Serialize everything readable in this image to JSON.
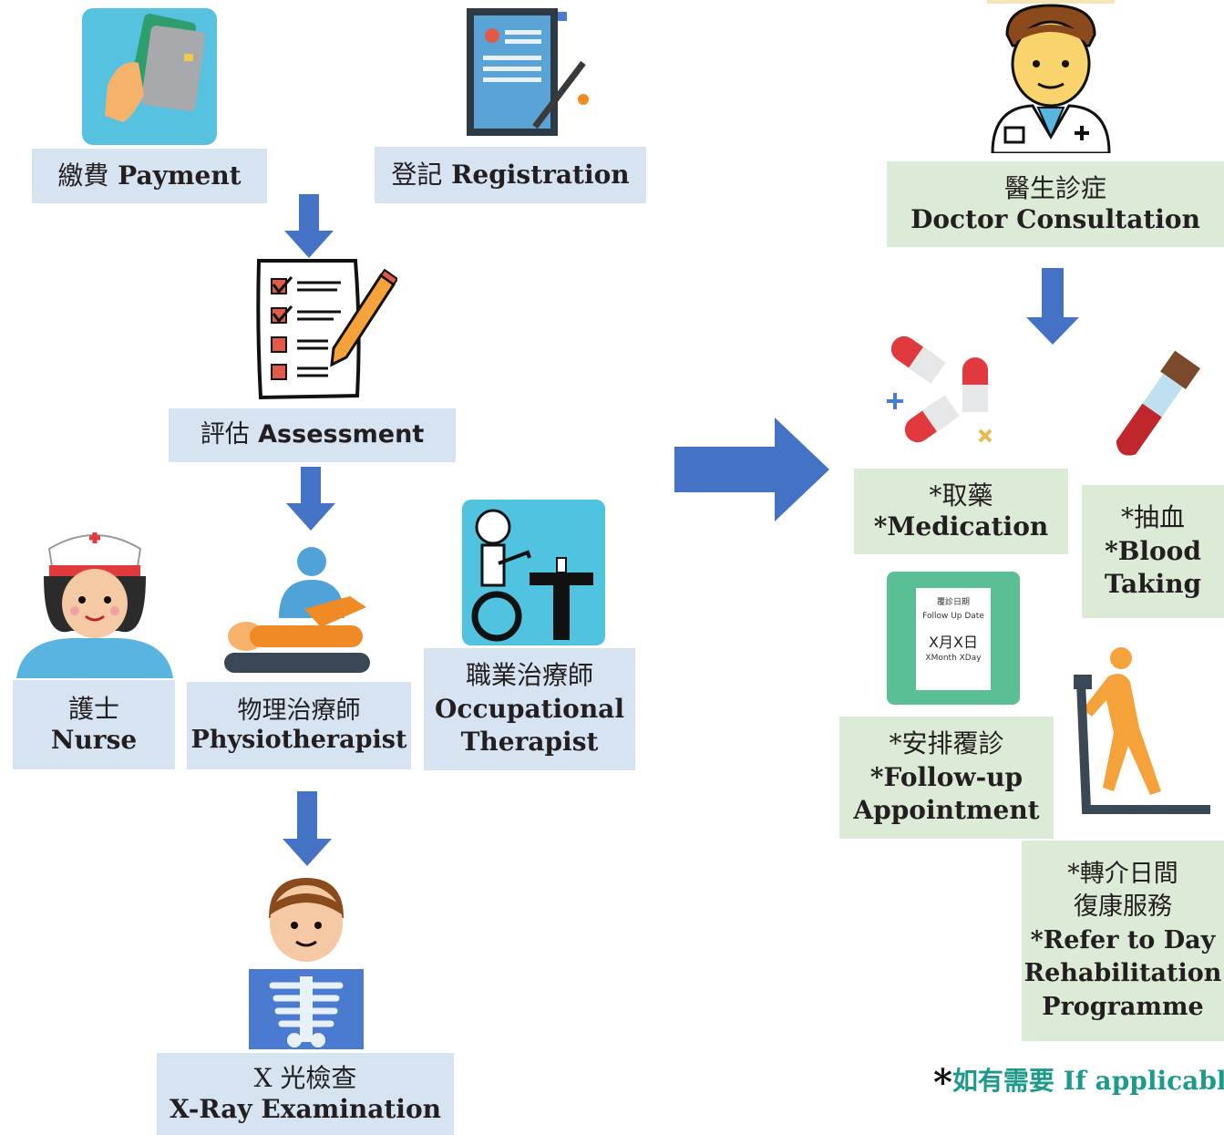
{
  "steps": {
    "payment": {
      "zh": "繳費",
      "en": "Payment"
    },
    "registration": {
      "zh": "登記",
      "en": "Registration"
    },
    "assessment": {
      "zh": "評估",
      "en": "Assessment"
    },
    "nurse": {
      "zh": "護士",
      "en": "Nurse"
    },
    "physio": {
      "zh": "物理治療師",
      "en": "Physiotherapist"
    },
    "ot": {
      "zh": "職業治療師",
      "en1": "Occupational",
      "en2": "Therapist"
    },
    "xray": {
      "zh": "X 光檢查",
      "en": "X-Ray Examination"
    },
    "doctor": {
      "zh": "醫生診症",
      "en": "Doctor Consultation"
    },
    "medication": {
      "zh": "*取藥",
      "en": "*Medication"
    },
    "blood": {
      "zh": "*抽血",
      "en1": "*Blood",
      "en2": "Taking"
    },
    "followup": {
      "zh": "*安排覆診",
      "en1": "*Follow-up",
      "en2": "Appointment"
    },
    "refer": {
      "zh1": "*轉介日間",
      "zh2": "復康服務",
      "en1": "*Refer to Day",
      "en2": "Rehabilitation",
      "en3": "Programme"
    }
  },
  "card": {
    "zh": "覆診日期",
    "en": "Follow Up Date",
    "value": "X月X日",
    "value_en": "XMonth XDay"
  },
  "note": {
    "star": "*",
    "text": "如有需要 If applicable"
  },
  "colors": {
    "arrow": "#4472c4",
    "blue_box": "#d6e4f1",
    "green_box": "#dcebd6",
    "note": "#1d9a8a"
  }
}
